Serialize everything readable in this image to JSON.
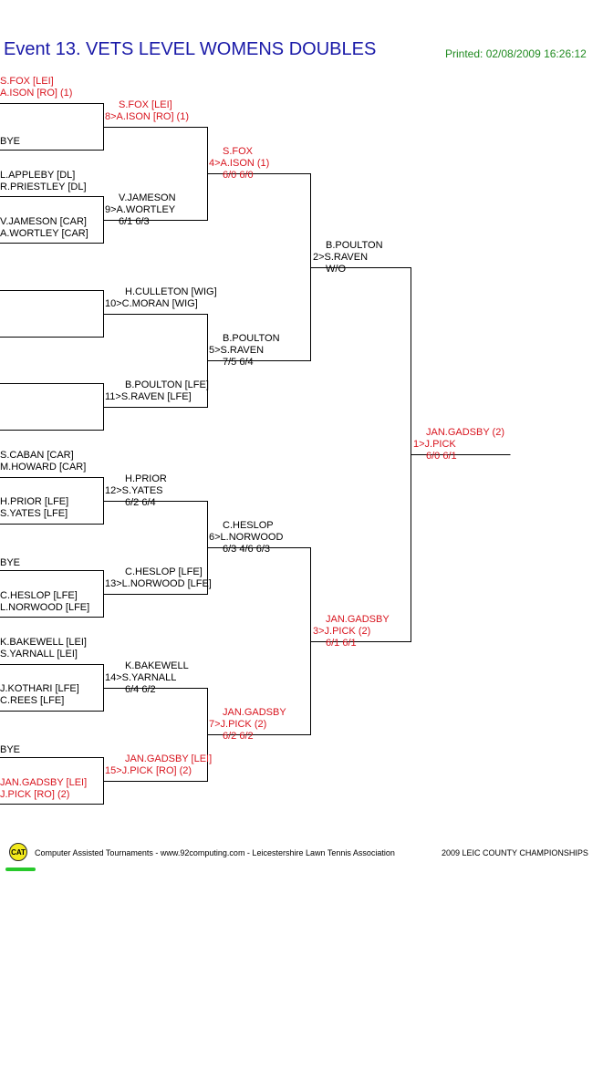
{
  "header": {
    "title": "Event 13. VETS LEVEL WOMENS DOUBLES",
    "printed": "Printed: 02/08/2009 16:26:12"
  },
  "draw": {
    "round1": [
      {
        "id": "r1-1a",
        "lines": [
          "S.FOX [LEI]",
          "A.ISON [RO] (1)"
        ],
        "red": true
      },
      {
        "id": "r1-1b",
        "lines": [
          "BYE"
        ],
        "red": false
      },
      {
        "id": "r1-2a",
        "lines": [
          "L.APPLEBY [DL]",
          "R.PRIESTLEY [DL]"
        ],
        "red": false
      },
      {
        "id": "r1-2b",
        "lines": [
          "V.JAMESON [CAR]",
          "A.WORTLEY [CAR]"
        ],
        "red": false
      },
      {
        "id": "r1-5a",
        "lines": [
          "S.CABAN [CAR]",
          "M.HOWARD [CAR]"
        ],
        "red": false
      },
      {
        "id": "r1-5b",
        "lines": [
          "H.PRIOR [LFE]",
          "S.YATES [LFE]"
        ],
        "red": false
      },
      {
        "id": "r1-6a",
        "lines": [
          "BYE"
        ],
        "red": false
      },
      {
        "id": "r1-6b",
        "lines": [
          "C.HESLOP [LFE]",
          "L.NORWOOD [LFE]"
        ],
        "red": false
      },
      {
        "id": "r1-7a",
        "lines": [
          "K.BAKEWELL [LEI]",
          "S.YARNALL [LEI]"
        ],
        "red": false
      },
      {
        "id": "r1-7b",
        "lines": [
          "J.KOTHARI [LFE]",
          "C.REES [LFE]"
        ],
        "red": false
      },
      {
        "id": "r1-8a",
        "lines": [
          "BYE"
        ],
        "red": false
      },
      {
        "id": "r1-8b",
        "lines": [
          "JAN.GADSBY [LEI]",
          "J.PICK [RO] (2)"
        ],
        "red": true
      }
    ],
    "round2": [
      {
        "id": "r2-8",
        "lines": [
          "S.FOX [LEI]",
          "8>A.ISON [RO] (1)"
        ],
        "red": true
      },
      {
        "id": "r2-9",
        "lines": [
          "V.JAMESON",
          "9>A.WORTLEY",
          "6/1 6/3"
        ],
        "red": false
      },
      {
        "id": "r2-10",
        "lines": [
          "H.CULLETON [WIG]",
          "10>C.MORAN [WIG]"
        ],
        "red": false
      },
      {
        "id": "r2-11",
        "lines": [
          "B.POULTON [LFE]",
          "11>S.RAVEN [LFE]"
        ],
        "red": false
      },
      {
        "id": "r2-12",
        "lines": [
          "H.PRIOR",
          "12>S.YATES",
          "6/2 6/4"
        ],
        "red": false
      },
      {
        "id": "r2-13",
        "lines": [
          "C.HESLOP [LFE]",
          "13>L.NORWOOD [LFE]"
        ],
        "red": false
      },
      {
        "id": "r2-14",
        "lines": [
          "K.BAKEWELL",
          "14>S.YARNALL",
          "6/4 6/2"
        ],
        "red": false
      },
      {
        "id": "r2-15",
        "lines": [
          "JAN.GADSBY [LEI]",
          "15>J.PICK [RO] (2)"
        ],
        "red": true
      }
    ],
    "round3": [
      {
        "id": "r3-4",
        "lines": [
          "S.FOX",
          "4>A.ISON (1)",
          "6/0 6/0"
        ],
        "red": true
      },
      {
        "id": "r3-5",
        "lines": [
          "B.POULTON",
          "5>S.RAVEN",
          "7/5 6/4"
        ],
        "red": false
      },
      {
        "id": "r3-6",
        "lines": [
          "C.HESLOP",
          "6>L.NORWOOD",
          "6/3 4/6 6/3"
        ],
        "red": false
      },
      {
        "id": "r3-7",
        "lines": [
          "JAN.GADSBY",
          "7>J.PICK (2)",
          "6/2 6/2"
        ],
        "red": true
      }
    ],
    "semis": [
      {
        "id": "sf-2",
        "lines": [
          "B.POULTON",
          "2>S.RAVEN",
          "W/O"
        ],
        "red": false
      },
      {
        "id": "sf-3",
        "lines": [
          "JAN.GADSBY",
          "3>J.PICK (2)",
          "6/1 6/1"
        ],
        "red": true
      }
    ],
    "final": {
      "id": "final-1",
      "lines": [
        "JAN.GADSBY (2)",
        "1>J.PICK",
        "6/0 6/1"
      ],
      "red": true
    }
  },
  "footer": {
    "logo_text": "CAT",
    "credit": "Computer Assisted Tournaments - www.92computing.com -  Leicestershire Lawn Tennis Association",
    "event": "2009 LEIC COUNTY CHAMPIONSHIPS"
  },
  "colors": {
    "title": "#1a1aa8",
    "printed": "#1f8a1f",
    "winner": "#d8141e",
    "lines": "#000000",
    "logo": "#f3ea1c",
    "logo_bar": "#27c92b"
  }
}
